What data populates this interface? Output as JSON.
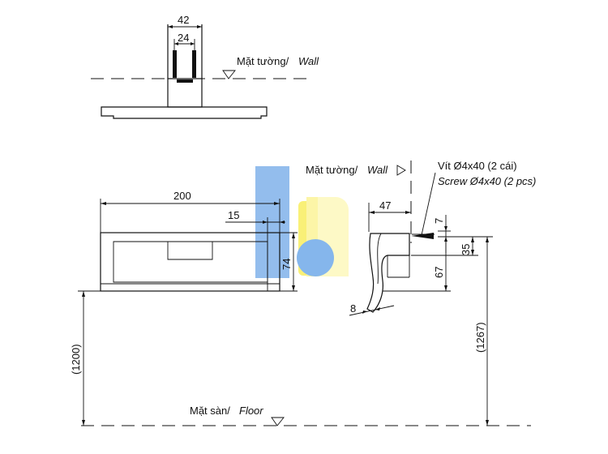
{
  "labels": {
    "wall_top": "Mặt tường/",
    "wall_top_en": "Wall",
    "wall_mid": "Mặt tường/",
    "wall_mid_en": "Wall",
    "floor": "Mặt sàn/",
    "floor_en": "Floor",
    "screw_vi": "Vít Ø4x40 (2 cái)",
    "screw_en": "Screw Ø4x40 (2 pcs)"
  },
  "dimensions": {
    "top_outer": "42",
    "top_inner": "24",
    "length": "200",
    "offset": "15",
    "height": "74",
    "depth": "47",
    "d7": "7",
    "d35": "35",
    "d67": "67",
    "d8": "8",
    "h1200": "(1200)",
    "h1267": "(1267)"
  },
  "colors": {
    "line": "#111111",
    "watermark_blue": "#4a90e2",
    "watermark_yellow": "#f5e23a"
  }
}
